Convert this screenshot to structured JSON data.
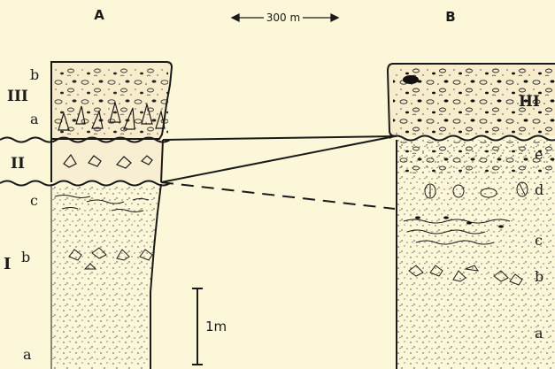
{
  "section_a": {
    "title": "A",
    "units": [
      "III",
      "II",
      "I"
    ],
    "beds": [
      "b",
      "a",
      "c",
      "b",
      "a"
    ]
  },
  "section_b": {
    "title": "B",
    "units": [
      "III"
    ],
    "beds": [
      "e",
      "d",
      "c",
      "b",
      "a"
    ]
  },
  "distance": {
    "label": "300 m"
  },
  "scale_bar": {
    "label": "1m"
  },
  "colors": {
    "ink": "#1a1a1a",
    "paper": "#fdf7d9"
  }
}
